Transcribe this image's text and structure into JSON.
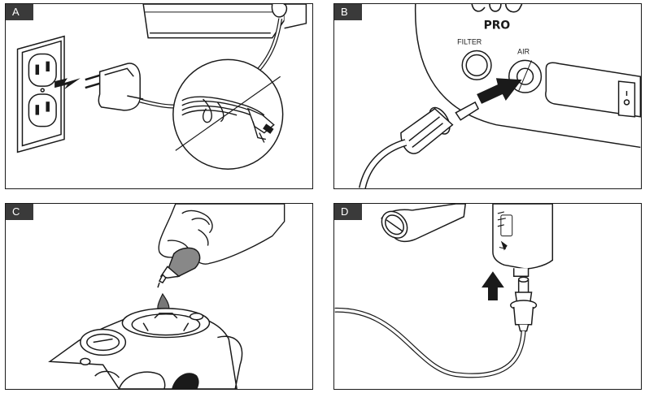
{
  "panels": [
    {
      "letter": "A"
    },
    {
      "letter": "B",
      "labels": {
        "filter": "FILTER",
        "air": "AIR",
        "brand": "PRO"
      }
    },
    {
      "letter": "C"
    },
    {
      "letter": "D"
    }
  ],
  "icons": {
    "push_arrow": "arrow-right-icon",
    "up_arrow": "arrow-up-icon",
    "no_sign": "prohibited-icon"
  }
}
